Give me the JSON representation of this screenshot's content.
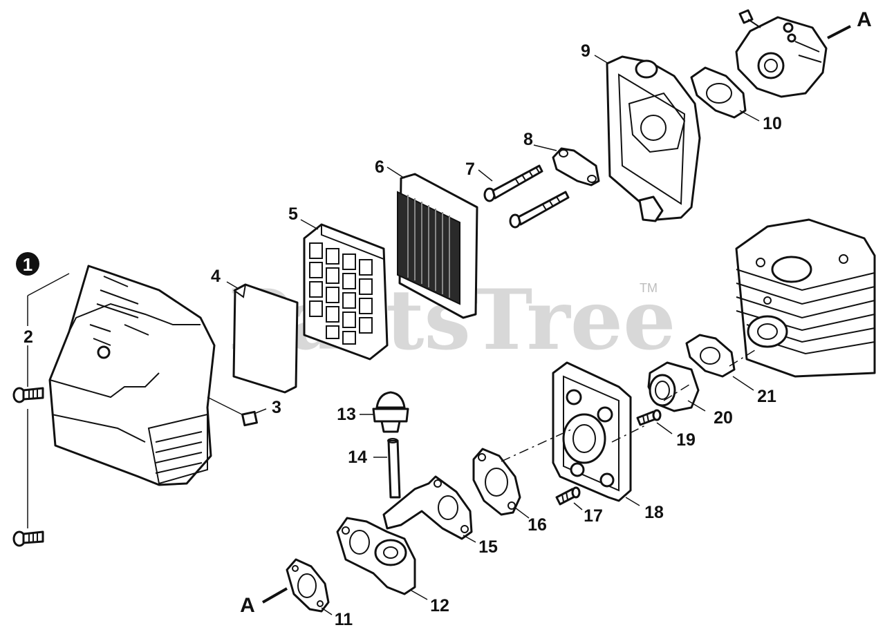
{
  "watermark": {
    "text": "PartsTree",
    "trademark": "TM"
  },
  "callouts": [
    {
      "id": "1",
      "filled": true
    },
    {
      "id": "2"
    },
    {
      "id": "3"
    },
    {
      "id": "4"
    },
    {
      "id": "5"
    },
    {
      "id": "6"
    },
    {
      "id": "7"
    },
    {
      "id": "8"
    },
    {
      "id": "9"
    },
    {
      "id": "10"
    },
    {
      "id": "11"
    },
    {
      "id": "12"
    },
    {
      "id": "13"
    },
    {
      "id": "14"
    },
    {
      "id": "15"
    },
    {
      "id": "16"
    },
    {
      "id": "17"
    },
    {
      "id": "18"
    },
    {
      "id": "19"
    },
    {
      "id": "20"
    },
    {
      "id": "21"
    }
  ],
  "connector_marks": {
    "top": "A",
    "bottom": "A"
  },
  "colors": {
    "ink": "#111111",
    "watermark": "#cfcfcf",
    "background": "#ffffff"
  }
}
